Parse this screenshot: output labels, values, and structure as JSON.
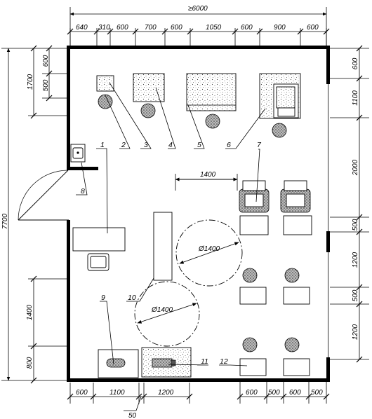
{
  "overall_width": "≥6000",
  "overall_height": "7700",
  "top_dims": [
    "640",
    "310",
    "600",
    "700",
    "600",
    "1050",
    "600",
    "900",
    "600"
  ],
  "left_dims": {
    "d1700": "1700",
    "d600": "600",
    "d500": "500",
    "d1400": "1400",
    "d800": "800"
  },
  "right_dims": [
    "600",
    "1100",
    "2000",
    "500",
    "1200",
    "500",
    "1200"
  ],
  "bottom_dims": {
    "d600a": "600",
    "d1100": "1100",
    "d1200": "1200",
    "d50": "50",
    "d600b": "600",
    "d500a": "500",
    "d600c": "600",
    "d500b": "500"
  },
  "inner_dims": {
    "d1400": "1400",
    "circle_upper": "Ø1400",
    "circle_lower": "Ø1400"
  },
  "callouts": [
    "1",
    "2",
    "3",
    "4",
    "5",
    "6",
    "7",
    "8",
    "9",
    "10",
    "11",
    "12"
  ]
}
